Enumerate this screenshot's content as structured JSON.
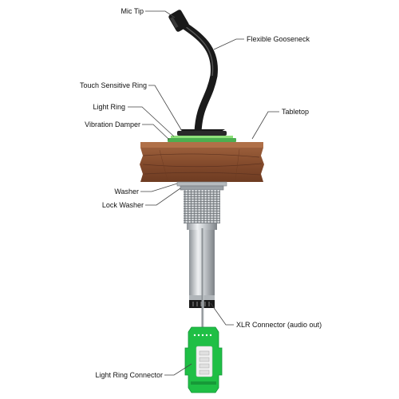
{
  "labels": {
    "mic_tip": "Mic Tip",
    "flexible_gooseneck": "Flexible Gooseneck",
    "touch_sensitive_ring": "Touch Sensitive Ring",
    "light_ring": "Light Ring",
    "vibration_damper": "Vibration Damper",
    "tabletop": "Tabletop",
    "washer": "Washer",
    "lock_washer": "Lock Washer",
    "xlr_connector": "XLR Connector (audio out)",
    "light_ring_connector": "Light Ring Connector"
  },
  "colors": {
    "wood": "#8a5232",
    "wood_dark": "#5e3320",
    "mic_black": "#1a1a1a",
    "ring_green": "#4caf50",
    "pcb_green": "#1fbf45",
    "metal": "#c8ccd0"
  }
}
